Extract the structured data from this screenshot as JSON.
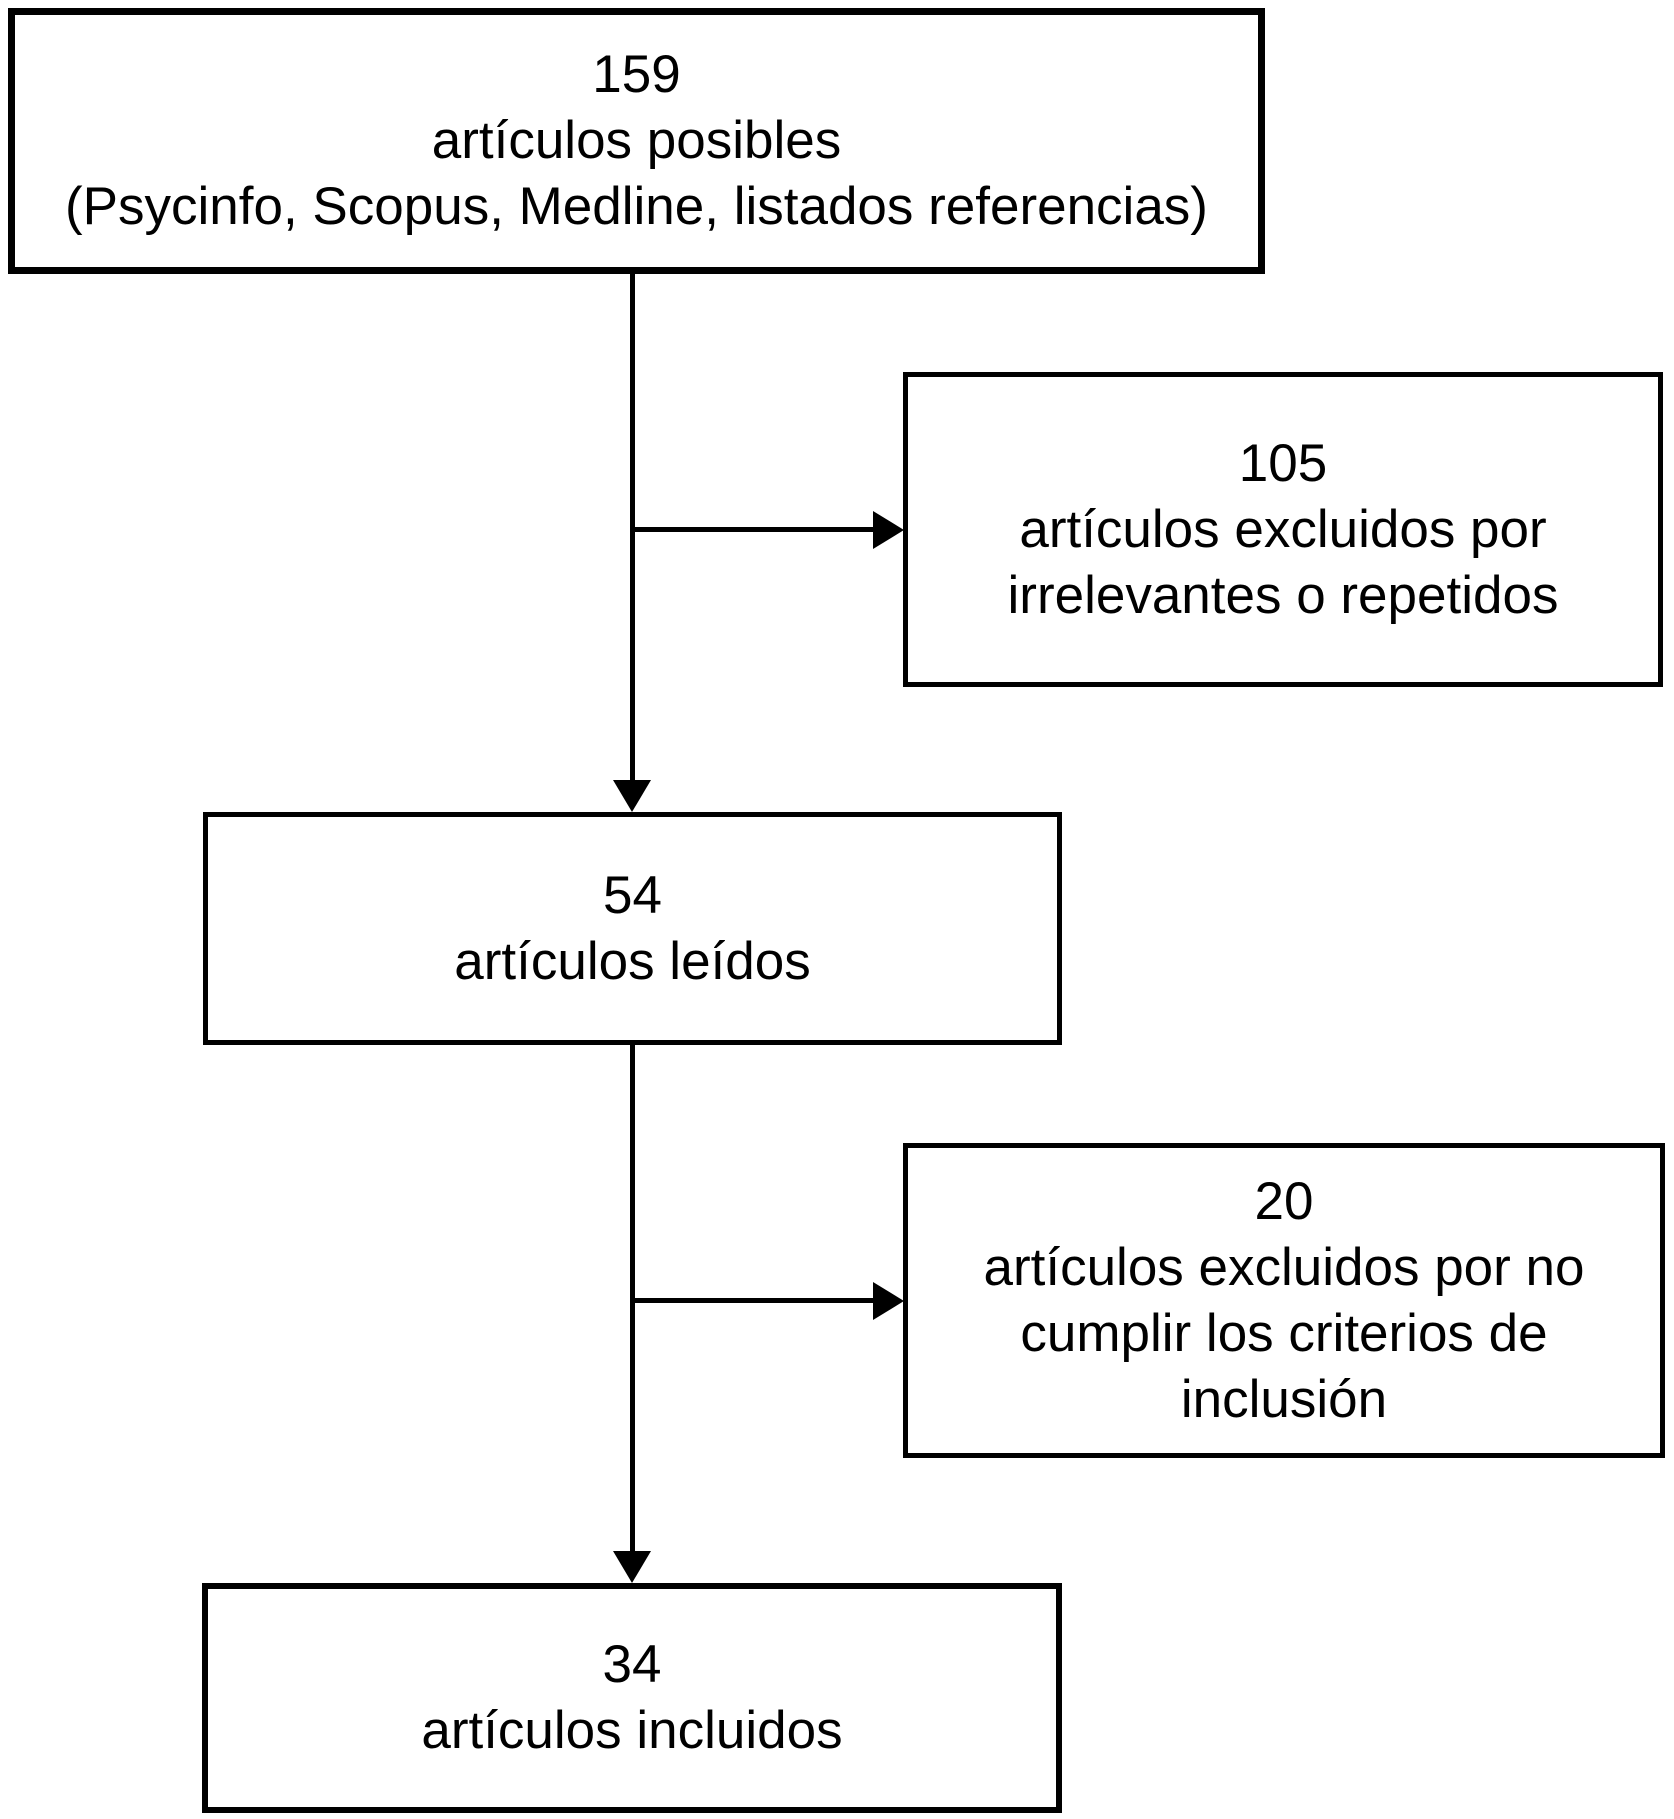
{
  "diagram": {
    "title": "flow-of-article-selection",
    "background_color": "#ffffff",
    "stroke_color": "#000000",
    "nodes": [
      {
        "id": "identified",
        "lines": [
          "159",
          "artículos posibles",
          "(Psycinfo, Scopus, Medline, listados referencias)"
        ]
      },
      {
        "id": "excluded-irrelevant",
        "lines": [
          "105",
          "artículos excluidos por",
          "irrelevantes o repetidos"
        ]
      },
      {
        "id": "read",
        "lines": [
          "54",
          "artículos leídos"
        ]
      },
      {
        "id": "excluded-criteria",
        "lines": [
          "20",
          "artículos excluidos por no",
          "cumplir los criterios de",
          "inclusión"
        ]
      },
      {
        "id": "included",
        "lines": [
          "34",
          "artículos incluidos"
        ]
      }
    ],
    "connectors": [
      {
        "from": "identified",
        "to": "read",
        "type": "arrow-down"
      },
      {
        "from": "identified",
        "to": "excluded-irrelevant",
        "type": "arrow-right"
      },
      {
        "from": "read",
        "to": "included",
        "type": "arrow-down"
      },
      {
        "from": "read",
        "to": "excluded-criteria",
        "type": "arrow-right"
      }
    ]
  }
}
